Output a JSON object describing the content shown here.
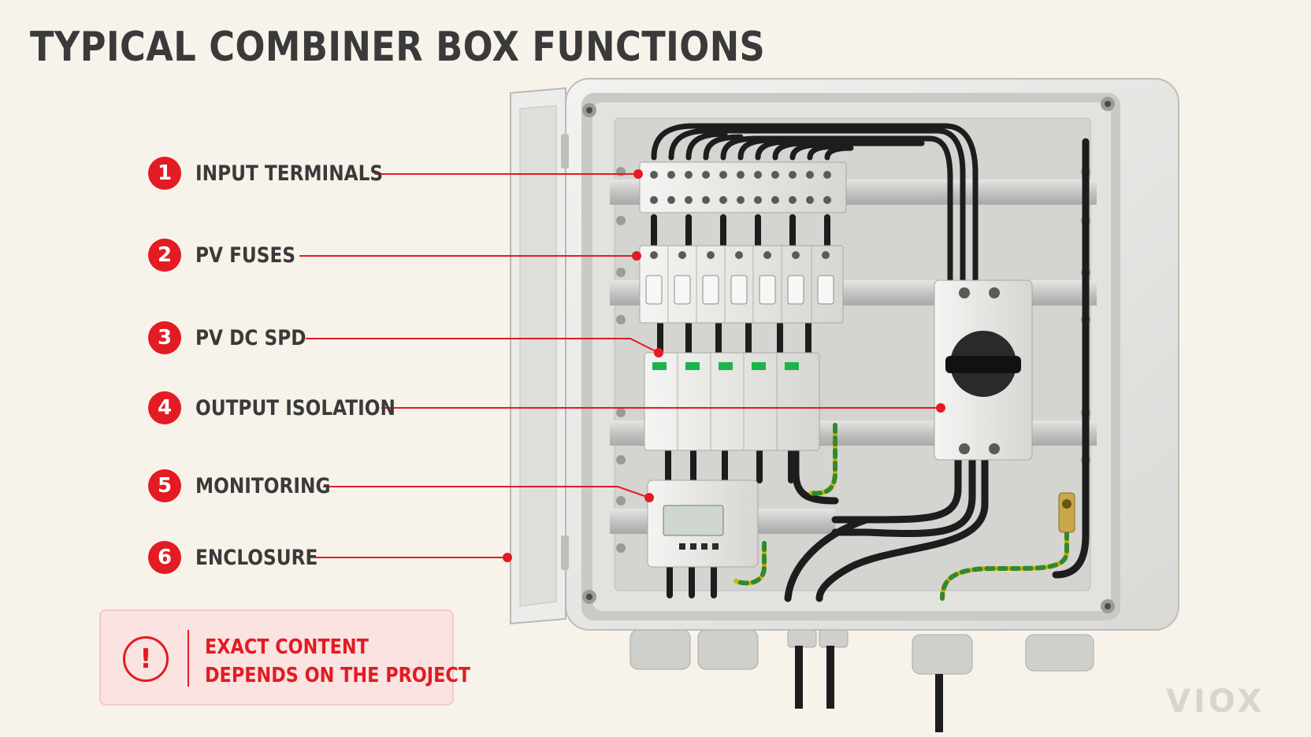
{
  "title": "TYPICAL COMBINER BOX FUNCTIONS",
  "callouts": [
    {
      "number": "1",
      "label": "INPUT TERMINALS"
    },
    {
      "number": "2",
      "label": "PV FUSES"
    },
    {
      "number": "3",
      "label": "PV DC SPD"
    },
    {
      "number": "4",
      "label": "OUTPUT ISOLATION"
    },
    {
      "number": "5",
      "label": "MONITORING"
    },
    {
      "number": "6",
      "label": "ENCLOSURE"
    }
  ],
  "note": {
    "icon": "exclamation-icon",
    "line1": "EXACT CONTENT",
    "line2": "DEPENDS ON THE PROJECT"
  },
  "brand": "VIOX",
  "colors": {
    "accent": "#e31b23",
    "background": "#f8f3ea",
    "text": "#3a3a3a"
  }
}
